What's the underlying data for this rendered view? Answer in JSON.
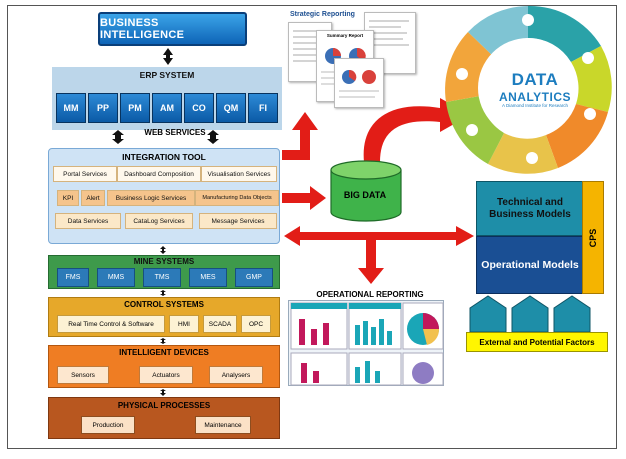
{
  "business_intelligence": "BUSINESS INTELLIGENCE",
  "erp": {
    "title": "ERP SYSTEM",
    "modules": [
      "MM",
      "PP",
      "PM",
      "AM",
      "CO",
      "QM",
      "FI"
    ]
  },
  "web_services": "WEB SERVICES",
  "integration": {
    "title": "INTEGRATION TOOL",
    "row1": [
      "Portal Services",
      "Dashboard Composition",
      "Visualisation Services"
    ],
    "row2": [
      "KPI",
      "Alert",
      "Business Logic Services",
      "Manufacturing Data Objects"
    ],
    "row3": [
      "Data Services",
      "CataLog Services",
      "Message Services"
    ]
  },
  "mine": {
    "title": "MINE SYSTEMS",
    "items": [
      "FMS",
      "MMS",
      "TMS",
      "MES",
      "GMP"
    ]
  },
  "control": {
    "title": "CONTROL SYSTEMS",
    "items": [
      "Real Time Control & Software",
      "HMI",
      "SCADA",
      "OPC"
    ]
  },
  "intelligent": {
    "title": "INTELLIGENT DEVICES",
    "items": [
      "Sensors",
      "Actuators",
      "Analysers"
    ]
  },
  "physical": {
    "title": "PHYSICAL PROCESSES",
    "items": [
      "Production",
      "Maintenance"
    ]
  },
  "strategic_reporting": "Strategic Reporting",
  "summary_report": "Summary Report",
  "big_data": "BIG DATA",
  "operational_reporting": "OPERATIONAL REPORTING",
  "data_analytics": {
    "title_line1": "DATA",
    "title_line2": "ANALYTICS",
    "subtitle": "A Diamond Institute for Research"
  },
  "technical_models": "Technical and Business Models",
  "operational_models": "Operational Models",
  "cps": "CPS",
  "external_factors": "External and Potential Factors",
  "colors": {
    "arrow_red": "#e21d17",
    "bi_blue": "#0e64b7",
    "big_data_green": "#3fb34a",
    "mine_green": "#3e9a4b",
    "control_orange": "#e6a82a",
    "intelligent_orange": "#ef7d23",
    "physical_brown": "#b8571f",
    "technical_teal": "#1e8ea8",
    "operational_blue": "#1a4f94",
    "cps_yellow": "#f5b400",
    "external_yellow": "#fff600"
  }
}
